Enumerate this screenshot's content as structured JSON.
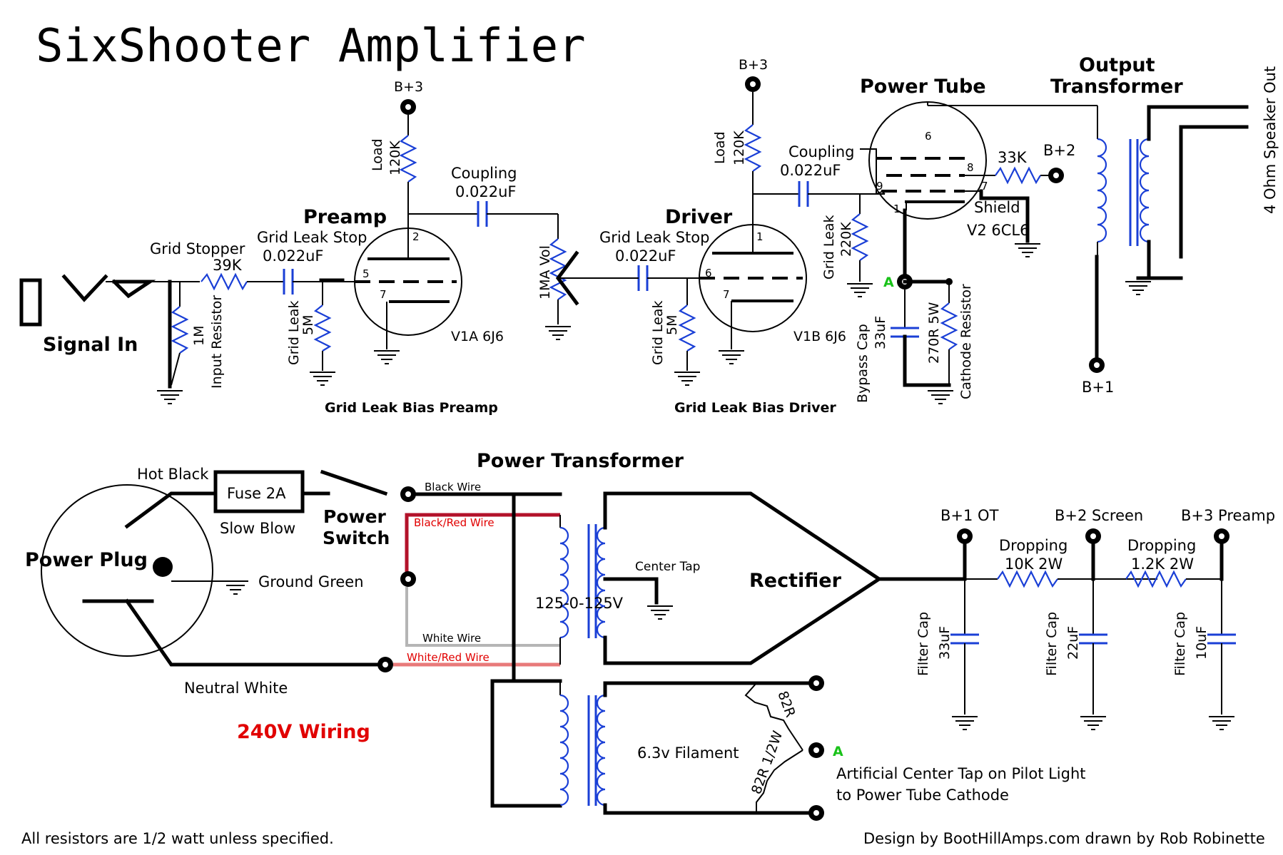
{
  "title": "SixShooter Amplifier",
  "amp": {
    "signal_in": "Signal In",
    "grid_stopper": "Grid Stopper",
    "grid_stopper_value": "39K",
    "input_resistor": "Input Resistor",
    "input_resistor_value": "1M",
    "pre_grid_leak_stop": "Grid Leak Stop",
    "pre_grid_leak_stop_value": "0.022uF",
    "pre_grid_leak": "Grid Leak",
    "pre_grid_leak_value": "5M",
    "preamp_label": "Preamp",
    "v1a": "V1A 6J6",
    "pre_load": "Load",
    "pre_load_value": "120K",
    "pre_bplus": "B+3",
    "pre_coupling": "Coupling",
    "pre_coupling_value": "0.022uF",
    "volume": "1MA Vol",
    "grid_leak_bias_preamp": "Grid Leak Bias Preamp",
    "drv_grid_leak_stop": "Grid Leak Stop",
    "drv_grid_leak_stop_value": "0.022uF",
    "drv_grid_leak": "Grid Leak",
    "drv_grid_leak_value": "5M",
    "driver_label": "Driver",
    "v1b": "V1B 6J6",
    "drv_load": "Load",
    "drv_load_value": "120K",
    "drv_bplus": "B+3",
    "drv_coupling": "Coupling",
    "drv_coupling_value": "0.022uF",
    "grid_leak_bias_driver": "Grid Leak Bias Driver",
    "pwr_grid_leak": "Grid Leak",
    "pwr_grid_leak_value": "220K",
    "power_tube_label": "Power Tube",
    "v2": "V2 6CL6",
    "screen_res": "33K",
    "screen_bplus": "B+2",
    "shield": "Shield",
    "node_a": "A",
    "bypass_cap": "Bypass Cap",
    "bypass_cap_value": "33uF",
    "cathode_res_value": "270R 5W",
    "cathode_resistor": "Cathode Resistor",
    "output_transformer_1": "Output",
    "output_transformer_2": "Transformer",
    "speaker_out": "4 Ohm Speaker Out",
    "ot_bplus": "B+1",
    "pins": {
      "p2": "2",
      "p5": "5",
      "p7a": "7",
      "p1": "1",
      "p6": "6",
      "p7b": "7",
      "t6": "6",
      "t8": "8",
      "t9": "9",
      "t7": "7",
      "t1": "1"
    }
  },
  "power": {
    "power_transformer": "Power Transformer",
    "hot_black": "Hot Black",
    "fuse": "Fuse 2A",
    "slow_blow": "Slow Blow",
    "power_switch_1": "Power",
    "power_switch_2": "Switch",
    "power_plug": "Power Plug",
    "ground_green": "Ground Green",
    "neutral_white": "Neutral White",
    "wiring_240": "240V Wiring",
    "black_wire": "Black Wire",
    "black_red_wire": "Black/Red Wire",
    "white_wire": "White Wire",
    "white_red_wire": "White/Red Wire",
    "secondary_hv": "125-0-125V",
    "center_tap": "Center Tap",
    "rectifier": "Rectifier",
    "filament": "6.3v Filament",
    "fil_r1": "82R",
    "fil_r2": "82R 1/2W",
    "node_a": "A",
    "artificial_ct_1": "Artificial Center Tap on Pilot Light",
    "artificial_ct_2": "to Power Tube Cathode",
    "b1_ot": "B+1 OT",
    "b2_screen": "B+2 Screen",
    "b3_preamp": "B+3 Preamp",
    "dropping_1": "Dropping",
    "dropping_1_value": "10K 2W",
    "dropping_2": "Dropping",
    "dropping_2_value": "1.2K 2W",
    "filter_cap": "Filter Cap",
    "filter_1_value": "33uF",
    "filter_2_value": "22uF",
    "filter_3_value": "10uF"
  },
  "footer": {
    "note": "All resistors are 1/2 watt unless specified.",
    "credit": "Design by BootHillAmps.com drawn by Rob Robinette"
  },
  "colors": {
    "component": "#1a3fd6",
    "black_red": "#b3122a",
    "white_red": "#e87a7a",
    "white_wire": "#b5b5b5",
    "wiring_text": "#e10000",
    "node_a": "#19c219"
  }
}
